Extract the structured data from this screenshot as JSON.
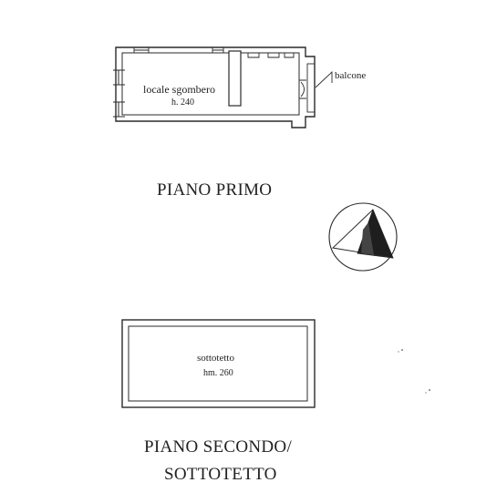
{
  "piano_primo": {
    "title": "PIANO PRIMO",
    "room_name": "locale sgombero",
    "room_height": "h. 240",
    "balcony_label": "balcone"
  },
  "piano_secondo": {
    "title_line1": "PIANO SECONDO/",
    "title_line2": "SOTTOTETTO",
    "room_name": "sottotetto",
    "room_height": "hm. 260"
  },
  "north_arrow": {
    "icon": "north-arrow-icon"
  }
}
